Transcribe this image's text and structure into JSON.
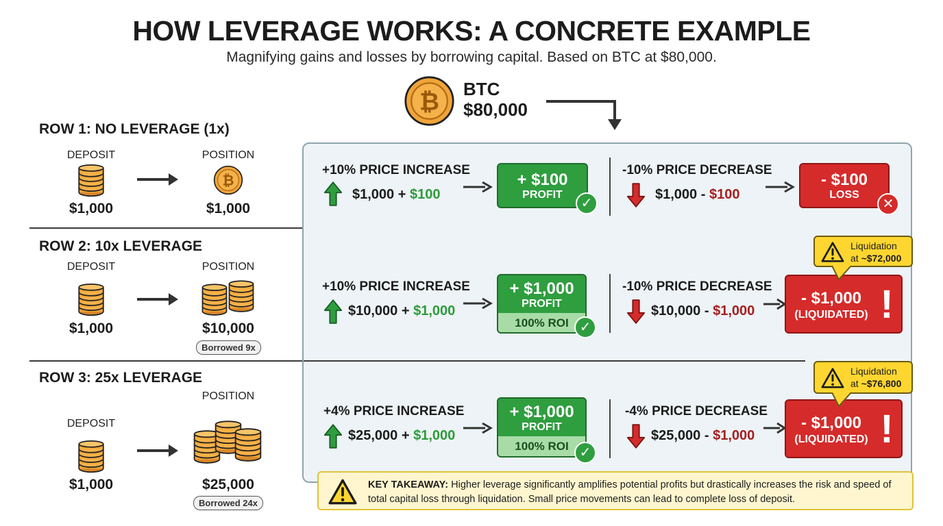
{
  "header": {
    "title": "HOW LEVERAGE WORKS: A CONCRETE EXAMPLE",
    "subtitle": "Magnifying gains and losses by borrowing capital. Based on BTC at $80,000."
  },
  "btc": {
    "symbol": "BTC",
    "price": "$80,000"
  },
  "rows": [
    {
      "title": "ROW 1: NO LEVERAGE (1x)",
      "deposit_label": "DEPOSIT",
      "deposit_value": "$1,000",
      "position_label": "POSITION",
      "position_value": "$1,000",
      "up": {
        "title": "+10% PRICE INCREASE",
        "base": "$1,000",
        "op": " + ",
        "delta": "$100",
        "result": "+ $100",
        "result_label": "PROFIT"
      },
      "down": {
        "title": "-10% PRICE DECREASE",
        "base": "$1,000",
        "op": " - ",
        "delta": "$100",
        "result": "- $100",
        "result_label": "LOSS"
      }
    },
    {
      "title": "ROW 2: 10x LEVERAGE",
      "deposit_label": "DEPOSIT",
      "deposit_value": "$1,000",
      "position_label": "POSITION",
      "position_value": "$10,000",
      "borrowed": "Borrowed 9x",
      "up": {
        "title": "+10% PRICE INCREASE",
        "base": "$10,000",
        "op": " + ",
        "delta": "$1,000",
        "result": "+ $1,000",
        "result_label": "PROFIT",
        "roi": "100% ROI"
      },
      "down": {
        "title": "-10% PRICE DECREASE",
        "base": "$10,000",
        "op": " - ",
        "delta": "$1,000",
        "result": "- $1,000",
        "result_label": "(LIQUIDATED)"
      },
      "liquidation": {
        "label": "Liquidation",
        "at": "at",
        "price": "~$72,000"
      }
    },
    {
      "title": "ROW 3: 25x LEVERAGE",
      "deposit_label": "DEPOSIT",
      "deposit_value": "$1,000",
      "position_label": "POSITION",
      "position_value": "$25,000",
      "borrowed": "Borrowed 24x",
      "up": {
        "title": "+4% PRICE INCREASE",
        "base": "$25,000",
        "op": " + ",
        "delta": "$1,000",
        "result": "+ $1,000",
        "result_label": "PROFIT",
        "roi": "100% ROI"
      },
      "down": {
        "title": "-4% PRICE DECREASE",
        "base": "$25,000",
        "op": " - ",
        "delta": "$1,000",
        "result": "- $1,000",
        "result_label": "(LIQUIDATED)"
      },
      "liquidation": {
        "label": "Liquidation",
        "at": "at",
        "price": "~$76,800"
      }
    }
  ],
  "takeaway": {
    "label": "KEY TAKEAWAY:",
    "text": " Higher leverage significantly amplifies potential profits but drastically increases the risk and speed of total capital loss through liquidation. Small price movements can lead to complete loss of deposit."
  },
  "icons": {
    "coin": "bitcoin-coin-icon",
    "stack": "coin-stack-icon",
    "up": "green-up-arrow-icon",
    "down": "red-down-arrow-icon",
    "check": "check-icon",
    "cross": "cross-icon",
    "warning": "warning-icon"
  },
  "colors": {
    "profit": "#2f9e3f",
    "loss": "#d52b2b",
    "warning": "#ffd630",
    "coin": "#f2a93b"
  }
}
